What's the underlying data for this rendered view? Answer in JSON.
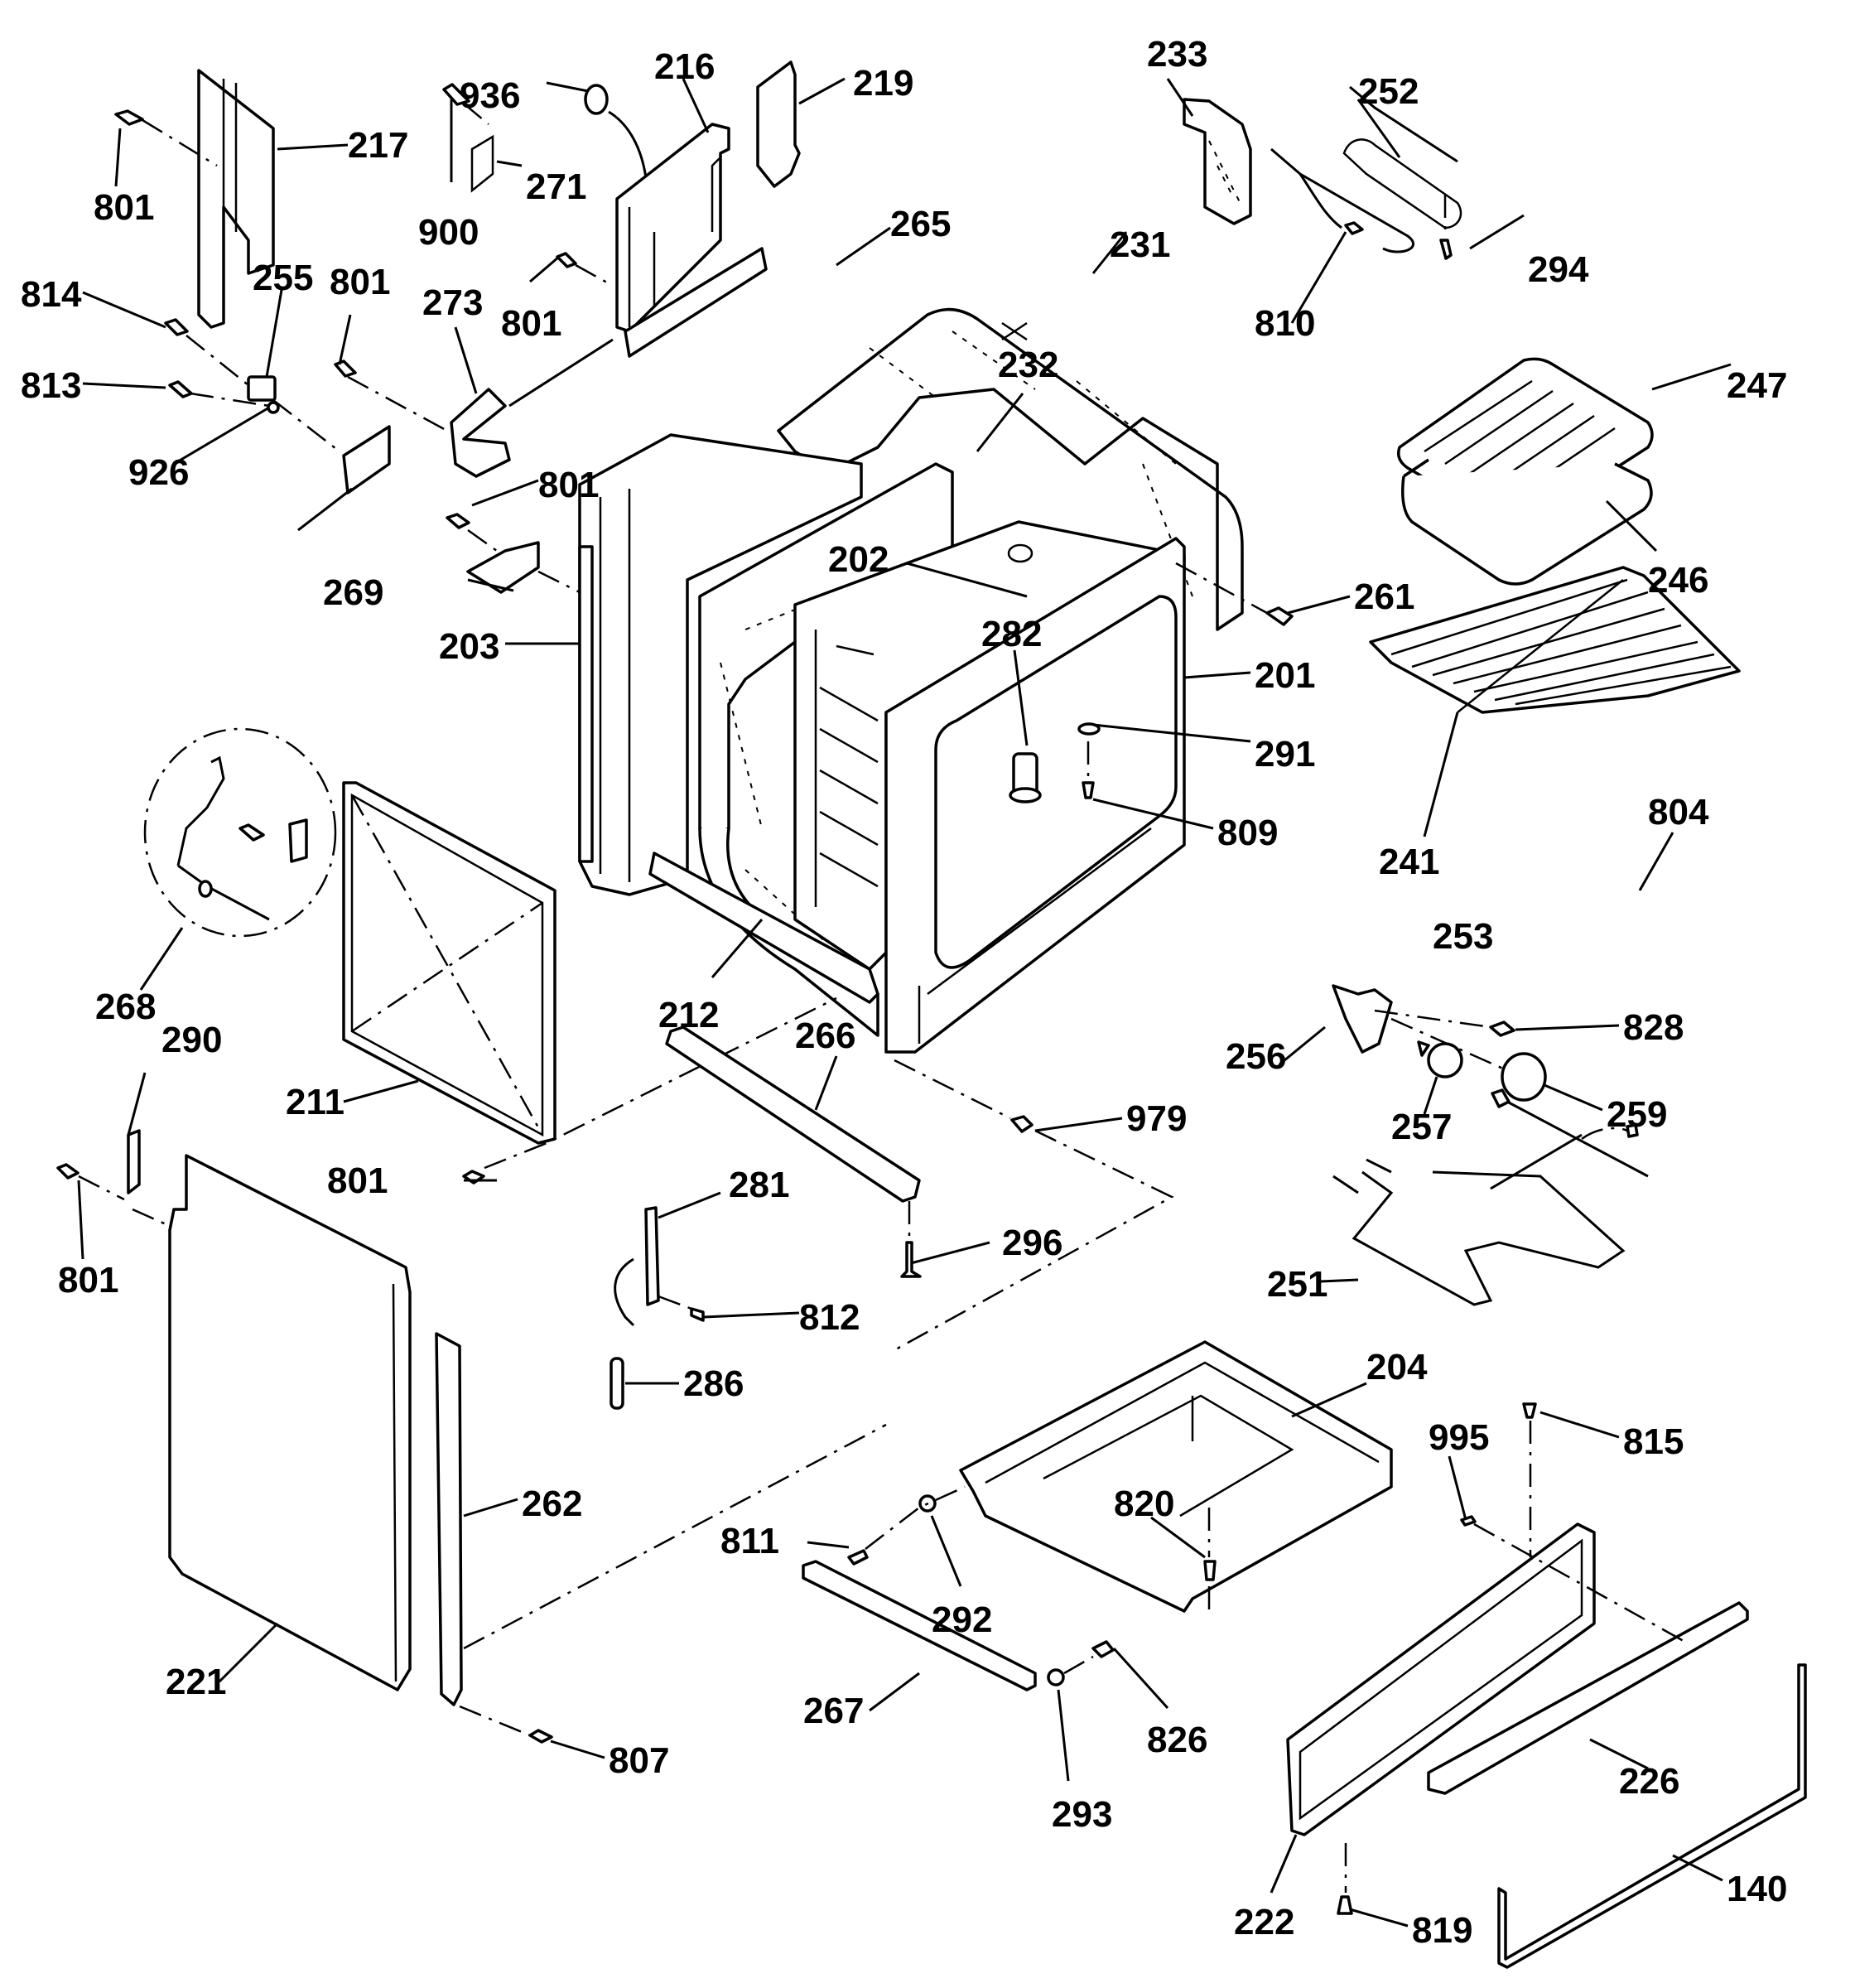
{
  "diagram": {
    "title": "Range body exploded parts diagram",
    "callouts": {
      "p217": "217",
      "p801a": "801",
      "p936": "936",
      "p900": "900",
      "p271": "271",
      "p216": "216",
      "p219": "219",
      "p233": "233",
      "p252": "252",
      "p294": "294",
      "p810": "810",
      "p814": "814",
      "p255": "255",
      "p801b": "801",
      "p273": "273",
      "p801c": "801",
      "p265": "265",
      "p231": "231",
      "p813": "813",
      "p926": "926",
      "p232": "232",
      "p247": "247",
      "p801d": "801",
      "p269": "269",
      "p202": "202",
      "p246": "246",
      "p261": "261",
      "p282": "282",
      "p203": "203",
      "p201": "201",
      "p291": "291",
      "p241": "241",
      "p809": "809",
      "p804": "804",
      "p268": "268",
      "p253": "253",
      "p212": "212",
      "p828": "828",
      "p256": "256",
      "p290": "290",
      "p266": "266",
      "p257": "257",
      "p259": "259",
      "p211": "211",
      "p979": "979",
      "p801e": "801",
      "p281": "281",
      "p296": "296",
      "p801f": "801",
      "p251": "251",
      "p812": "812",
      "p286": "286",
      "p204": "204",
      "p995": "995",
      "p815": "815",
      "p262": "262",
      "p811": "811",
      "p820": "820",
      "p292": "292",
      "p221": "221",
      "p267": "267",
      "p826": "826",
      "p807": "807",
      "p226": "226",
      "p293": "293",
      "p140": "140",
      "p222": "222",
      "p819": "819"
    }
  }
}
